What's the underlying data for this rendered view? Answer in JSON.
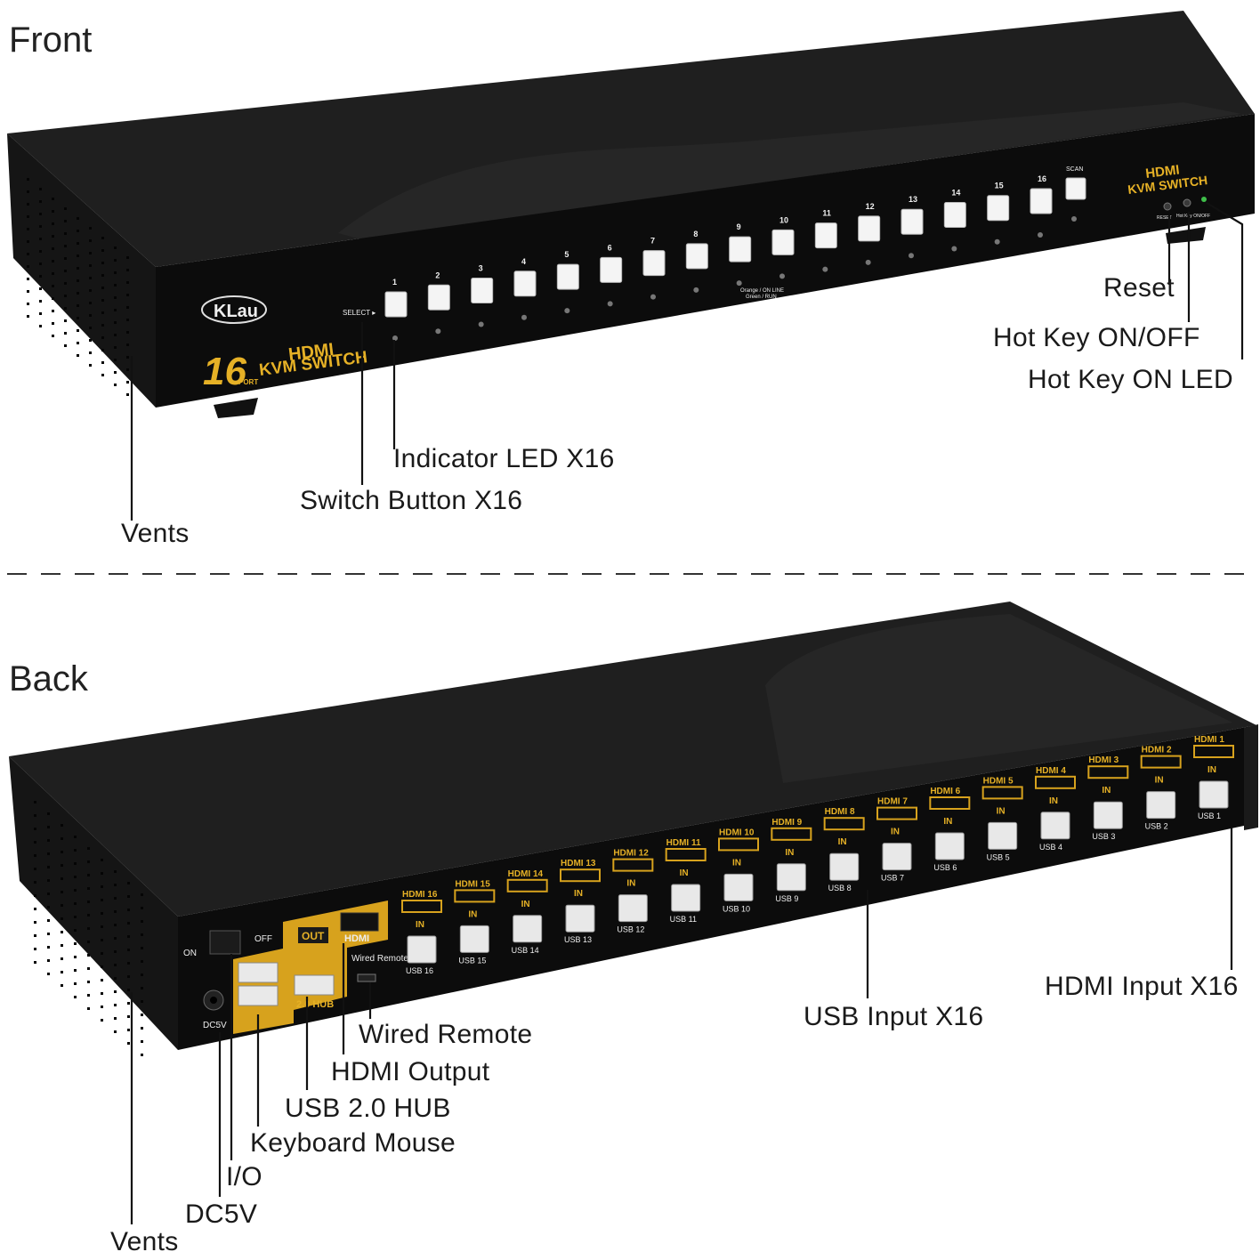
{
  "sections": {
    "front": "Front",
    "back": "Back"
  },
  "front_labels": {
    "reset": "Reset",
    "hot_key_on_off": "Hot Key ON/OFF",
    "hot_key_on_led": "Hot Key ON LED",
    "indicator_led": "Indicator LED X16",
    "switch_button": "Switch Button X16",
    "vents": "Vents"
  },
  "back_labels": {
    "hdmi_input": "HDMI Input X16",
    "usb_input": "USB Input X16",
    "wired_remote": "Wired Remote",
    "hdmi_output": "HDMI Output",
    "usb_hub": "USB 2.0 HUB",
    "keyboard_mouse": "Keyboard Mouse",
    "io": "I/O",
    "dc5v": "DC5V",
    "vents": "Vents"
  },
  "device_front": {
    "brand": "KLau",
    "product_line1": "HDMI",
    "product_line2": "KVM SWITCH",
    "port_count": "16",
    "port_word": "PORT",
    "select_label": "SELECT ▸",
    "scan_label": "SCAN",
    "led_legend_line1": "Orange / ON LINE",
    "led_legend_line2": "Green / RUN",
    "reset_small": "RESET",
    "hotkey_small": "Hot Key ON/OFF",
    "button_numbers": [
      "1",
      "2",
      "3",
      "4",
      "5",
      "6",
      "7",
      "8",
      "9",
      "10",
      "11",
      "12",
      "13",
      "14",
      "15",
      "16"
    ]
  },
  "device_back": {
    "on": "ON",
    "off": "OFF",
    "out": "OUT",
    "hdmi": "HDMI",
    "hub": "2.0 HUB",
    "wired_remote_small": "Wired Remote",
    "dc5v_small": "DC5V",
    "in": "IN",
    "hdmi_prefix": "HDMI",
    "usb_prefix": "USB",
    "port_numbers": [
      "16",
      "15",
      "14",
      "13",
      "12",
      "11",
      "10",
      "9",
      "8",
      "7",
      "6",
      "5",
      "4",
      "3",
      "2",
      "1"
    ]
  }
}
